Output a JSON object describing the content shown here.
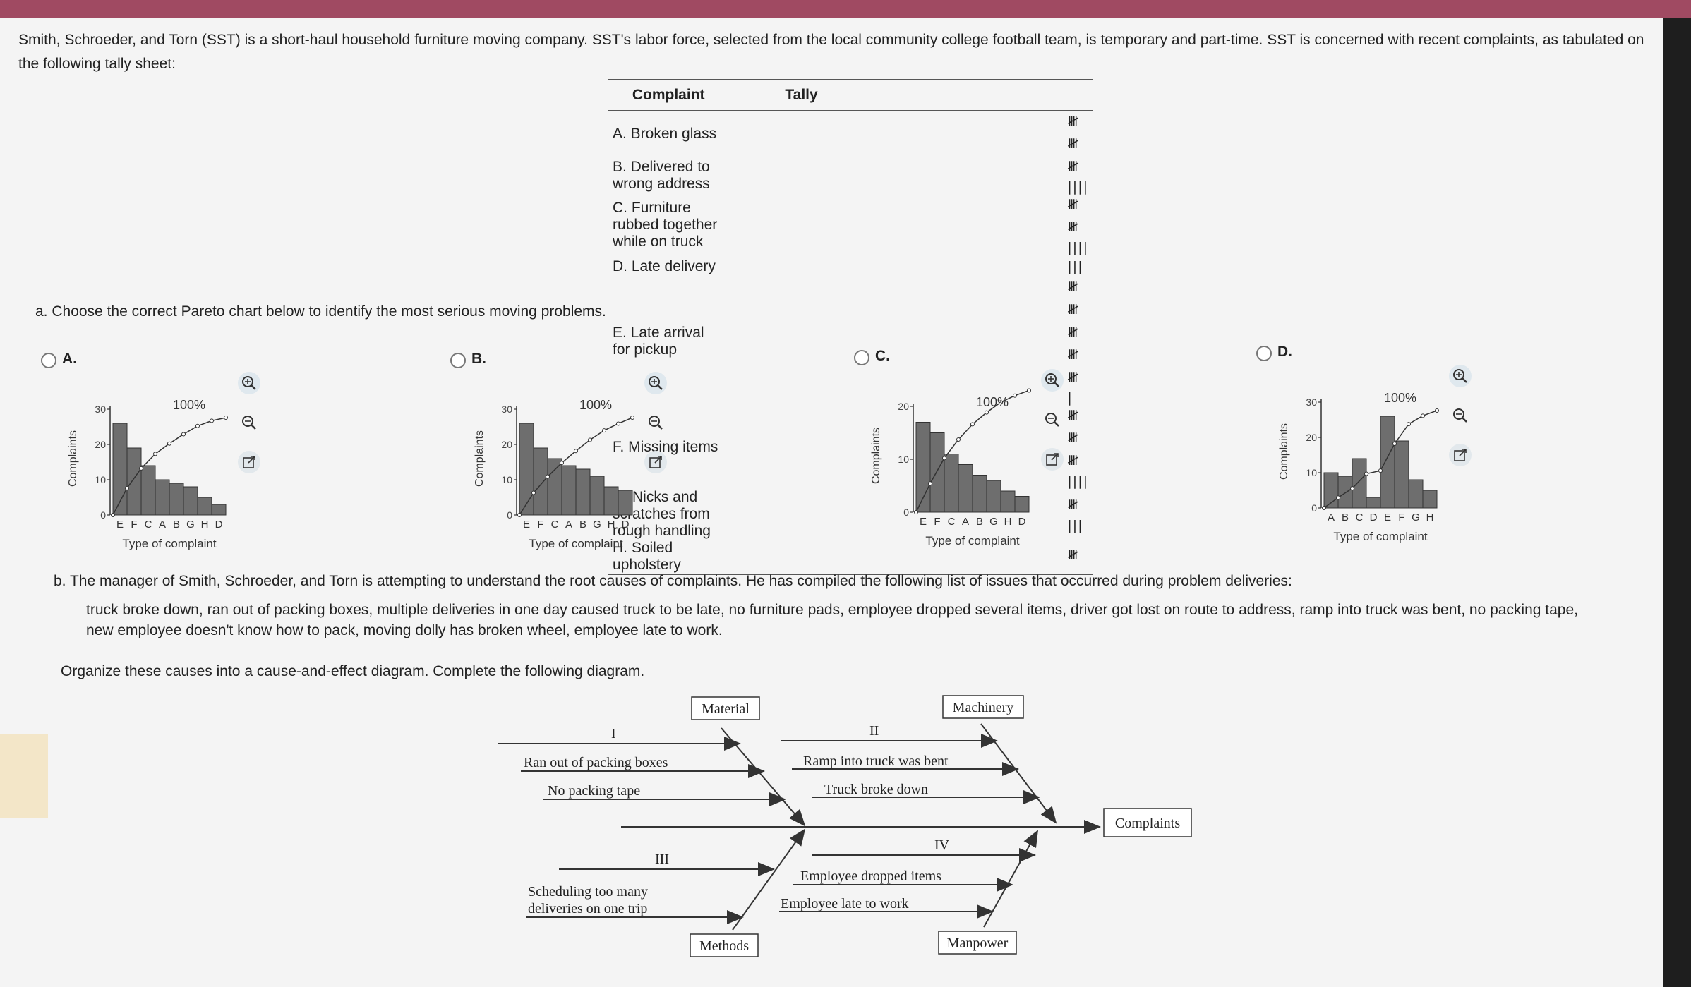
{
  "intro_text": "Smith, Schroeder, and Torn (SST) is a short-haul household furniture moving company. SST's labor force, selected from the local community college football team, is temporary and part-time. SST is concerned with recent complaints, as tabulated on the following tally sheet:",
  "tally_table": {
    "headers": [
      "Complaint",
      "Tally"
    ],
    "rows": [
      {
        "complaint": "A. Broken glass",
        "tally": "𝍸 𝍸",
        "count": 10
      },
      {
        "complaint": "B. Delivered to wrong address",
        "tally": "𝍸 ||||",
        "count": 9
      },
      {
        "complaint": "C. Furniture rubbed together while on truck",
        "tally": "𝍸 𝍸 ||||",
        "count": 14
      },
      {
        "complaint": "D. Late delivery",
        "tally": "|||",
        "count": 3
      },
      {
        "complaint": "E. Late arrival for pickup",
        "tally": "𝍸 𝍸 𝍸 𝍸 𝍸 |",
        "count": 26
      },
      {
        "complaint": "F. Missing items",
        "tally": "𝍸 𝍸 𝍸 ||||",
        "count": 19
      },
      {
        "complaint": "G. Nicks and scratches from rough handling",
        "tally": "𝍸 |||",
        "count": 8
      },
      {
        "complaint": "H. Soiled upholstery",
        "tally": "𝍸",
        "count": 5
      }
    ]
  },
  "question_a": "a. Choose the correct Pareto chart below to identify the most serious moving problems.",
  "options": [
    {
      "letter": "A.",
      "ylabel": "Complaints",
      "xlabel": "Type of complaint",
      "pct_label": "100%",
      "ticks": [
        "30",
        "20",
        "10",
        "0"
      ]
    },
    {
      "letter": "B.",
      "ylabel": "Complaints",
      "xlabel": "Type of complaint",
      "pct_label": "100%",
      "ticks": [
        "30",
        "20",
        "10",
        "0"
      ]
    },
    {
      "letter": "C.",
      "ylabel": "Complaints",
      "xlabel": "Type of complaint",
      "pct_label": "100%",
      "ticks": [
        "20",
        "10",
        "0"
      ]
    },
    {
      "letter": "D.",
      "ylabel": "Complaints",
      "xlabel": "Type of complaint",
      "pct_label": "100%",
      "ticks": [
        "30",
        "20",
        "10",
        "0"
      ]
    }
  ],
  "chart_data": [
    {
      "type": "bar",
      "option": "A",
      "categories": [
        "E",
        "F",
        "C",
        "A",
        "B",
        "G",
        "H",
        "D"
      ],
      "values": [
        26,
        19,
        14,
        10,
        9,
        8,
        5,
        3
      ],
      "ylim": [
        0,
        30
      ],
      "ylabel": "Complaints",
      "xlabel": "Type of complaint",
      "cumulative_line": true
    },
    {
      "type": "bar",
      "option": "B",
      "categories": [
        "E",
        "F",
        "C",
        "A",
        "B",
        "G",
        "H",
        "D"
      ],
      "values": [
        26,
        19,
        16,
        14,
        13,
        11,
        8,
        7
      ],
      "ylim": [
        0,
        30
      ],
      "ylabel": "Complaints",
      "xlabel": "Type of complaint",
      "cumulative_line": true
    },
    {
      "type": "bar",
      "option": "C",
      "categories": [
        "E",
        "F",
        "C",
        "A",
        "B",
        "G",
        "H",
        "D"
      ],
      "values": [
        17,
        15,
        11,
        9,
        7,
        6,
        4,
        3
      ],
      "ylim": [
        0,
        20
      ],
      "ylabel": "Complaints",
      "xlabel": "Type of complaint",
      "cumulative_line": true
    },
    {
      "type": "bar",
      "option": "D",
      "categories": [
        "A",
        "B",
        "C",
        "D",
        "E",
        "F",
        "G",
        "H"
      ],
      "values": [
        10,
        9,
        14,
        3,
        26,
        19,
        8,
        5
      ],
      "ylim": [
        0,
        30
      ],
      "ylabel": "Complaints",
      "xlabel": "Type of complaint",
      "cumulative_line": true
    }
  ],
  "question_b": "b. The manager of Smith, Schroeder, and Torn is attempting to understand the root causes of complaints. He has compiled the following list of issues that occurred during problem deliveries:",
  "causes_list": "truck broke down, ran out of packing boxes, multiple deliveries in one day caused truck to be late, no furniture pads, employee dropped several items, driver got lost on route to address, ramp into truck was bent, no packing tape, new employee doesn't know how to pack, moving dolly has broken wheel, employee late to work.",
  "organize_text": "Organize these causes into a cause-and-effect diagram. Complete the following diagram.",
  "fishbone": {
    "categories": {
      "material": "Material",
      "machinery": "Machinery",
      "methods": "Methods",
      "manpower": "Manpower"
    },
    "effect": "Complaints",
    "blanks": {
      "material": "I",
      "machinery": "II",
      "methods": "III",
      "manpower": "IV"
    },
    "causes": {
      "material_1": "Ran out of packing boxes",
      "material_2": "No packing tape",
      "machinery_1": "Ramp into truck was bent",
      "machinery_2": "Truck broke down",
      "methods_1a": "Scheduling too many",
      "methods_1b": "deliveries on one trip",
      "manpower_1": "Employee dropped items",
      "manpower_2": "Employee late to work"
    }
  }
}
